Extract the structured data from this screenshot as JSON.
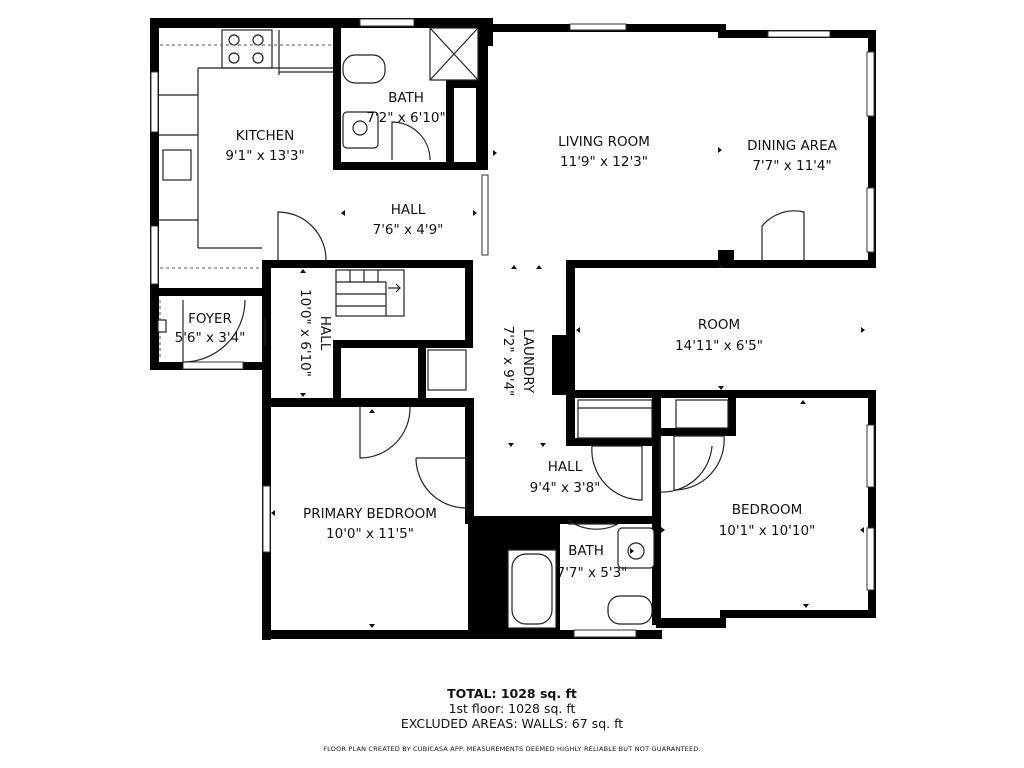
{
  "rooms": {
    "kitchen": {
      "name": "KITCHEN",
      "size": "9'1\" x 13'3\""
    },
    "bath_top": {
      "name": "BATH",
      "size": "7'2\" x 6'10\""
    },
    "living": {
      "name": "LIVING ROOM",
      "size": "11'9\" x 12'3\""
    },
    "dining": {
      "name": "DINING AREA",
      "size": "7'7\" x 11'4\""
    },
    "hall_top": {
      "name": "HALL",
      "size": "7'6\" x 4'9\""
    },
    "foyer": {
      "name": "FOYER",
      "size": "5'6\" x 3'4\""
    },
    "hall_left": {
      "name": "HALL",
      "size": "10'0\" x 6'10\""
    },
    "laundry": {
      "name": "LAUNDRY",
      "size": "7'2\" x 9'4\""
    },
    "room": {
      "name": "ROOM",
      "size": "14'11\" x 6'5\""
    },
    "primary": {
      "name": "PRIMARY BEDROOM",
      "size": "10'0\" x 11'5\""
    },
    "hall_mid": {
      "name": "HALL",
      "size": "9'4\" x 3'8\""
    },
    "bath_bottom": {
      "name": "BATH",
      "size": "7'7\" x 5'3\""
    },
    "bedroom": {
      "name": "BEDROOM",
      "size": "10'1\" x 10'10\""
    }
  },
  "summary": {
    "total": "TOTAL: 1028 sq. ft",
    "floor": "1st floor: 1028 sq. ft",
    "excluded": "EXCLUDED AREAS: WALLS: 67 sq. ft",
    "disclaimer": "FLOOR PLAN CREATED BY CUBICASA APP. MEASUREMENTS DEEMED HIGHLY RELIABLE BUT NOT GUARANTEED."
  }
}
